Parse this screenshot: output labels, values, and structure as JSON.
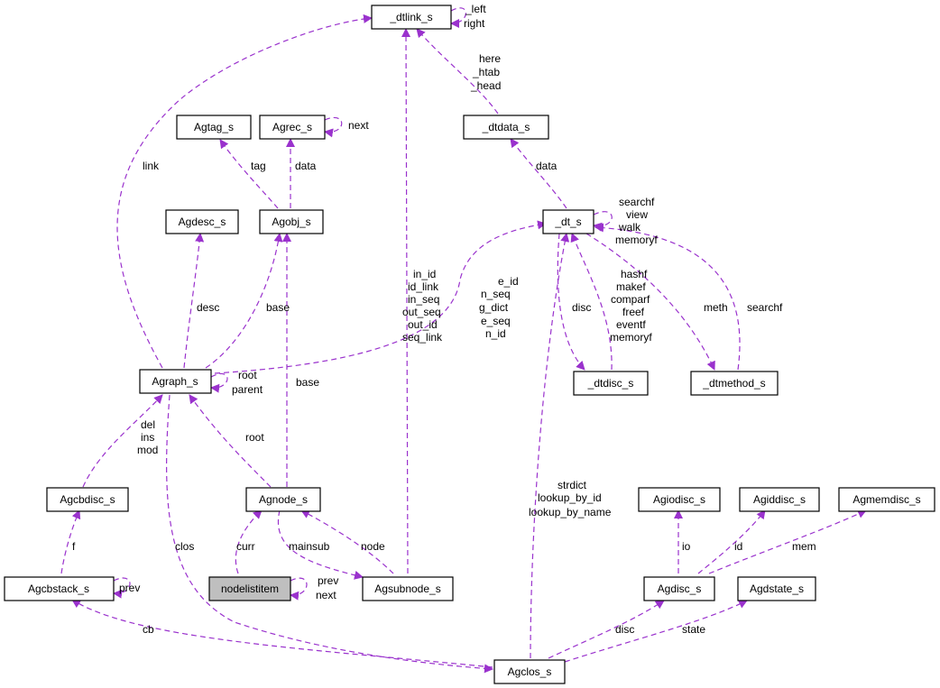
{
  "colors": {
    "edge": "#9a32cd",
    "highlight_fill": "#bfbfbf",
    "box_stroke": "#000000"
  },
  "nodes": {
    "dtlink": {
      "label": "_dtlink_s"
    },
    "agtag": {
      "label": "Agtag_s"
    },
    "agrec": {
      "label": "Agrec_s"
    },
    "dtdata": {
      "label": "_dtdata_s"
    },
    "agdesc": {
      "label": "Agdesc_s"
    },
    "agobj": {
      "label": "Agobj_s"
    },
    "dt": {
      "label": "_dt_s"
    },
    "agraph": {
      "label": "Agraph_s"
    },
    "dtdisc": {
      "label": "_dtdisc_s"
    },
    "dtmethod": {
      "label": "_dtmethod_s"
    },
    "agcbdisc": {
      "label": "Agcbdisc_s"
    },
    "agnode": {
      "label": "Agnode_s"
    },
    "agiodisc": {
      "label": "Agiodisc_s"
    },
    "agiddisc": {
      "label": "Agiddisc_s"
    },
    "agmemdisc": {
      "label": "Agmemdisc_s"
    },
    "agcbstack": {
      "label": "Agcbstack_s"
    },
    "nodelistitem": {
      "label": "nodelistitem"
    },
    "agsubnode": {
      "label": "Agsubnode_s"
    },
    "agdisc": {
      "label": "Agdisc_s"
    },
    "agdstate": {
      "label": "Agdstate_s"
    },
    "agclos": {
      "label": "Agclos_s"
    }
  },
  "edges": {
    "dtlink_self": [
      "_left",
      "right"
    ],
    "dtdata_dtlink": [
      "here",
      "_htab",
      "_head"
    ],
    "agrec_self": [
      "next"
    ],
    "agobj_agtag": [
      "tag"
    ],
    "agobj_agrec": [
      "data"
    ],
    "agraph_dtlink": [
      "link"
    ],
    "dt_dtdata": [
      "data"
    ],
    "dt_self": [
      "searchf",
      "view",
      "walk",
      "memoryf"
    ],
    "agraph_agdesc": [
      "desc"
    ],
    "agraph_agobj": [
      "base"
    ],
    "agsubnode_dtlink": [
      "in_id",
      "id_link",
      "in_seq",
      "out_seq",
      "out_id",
      "seq_link"
    ],
    "agraph_dt": [
      "e_id",
      "n_seq",
      "g_dict",
      "e_seq",
      "n_id"
    ],
    "dtdisc_dt": [
      "hashf",
      "makef",
      "comparf",
      "freef",
      "eventf",
      "memoryf"
    ],
    "dt_dtdisc": [
      "disc"
    ],
    "dt_dtmethod": [
      "meth"
    ],
    "dtmethod_dt": [
      "searchf"
    ],
    "agraph_self": [
      "root",
      "parent"
    ],
    "agnode_agobj": [
      "base"
    ],
    "agcbdisc_agraph": [
      "del",
      "ins",
      "mod"
    ],
    "agnode_agraph": [
      "root"
    ],
    "agclos_dt": [
      "strdict",
      "lookup_by_id",
      "lookup_by_name"
    ],
    "agcbstack_agcbdisc": [
      "f"
    ],
    "agraph_agclos": [
      "clos"
    ],
    "nodelist_agnode": [
      "curr"
    ],
    "agnode_agsubnode": [
      "mainsub"
    ],
    "agsubnode_agnode": [
      "node"
    ],
    "agdisc_agiodisc": [
      "io"
    ],
    "agdisc_agiddisc": [
      "id"
    ],
    "agdisc_agmemdisc": [
      "mem"
    ],
    "agcbstack_self": [
      "prev"
    ],
    "nodelist_self": [
      "prev",
      "next"
    ],
    "agclos_agcbstack": [
      "cb"
    ],
    "agclos_agdisc": [
      "disc"
    ],
    "agclos_agdstate": [
      "state"
    ]
  }
}
